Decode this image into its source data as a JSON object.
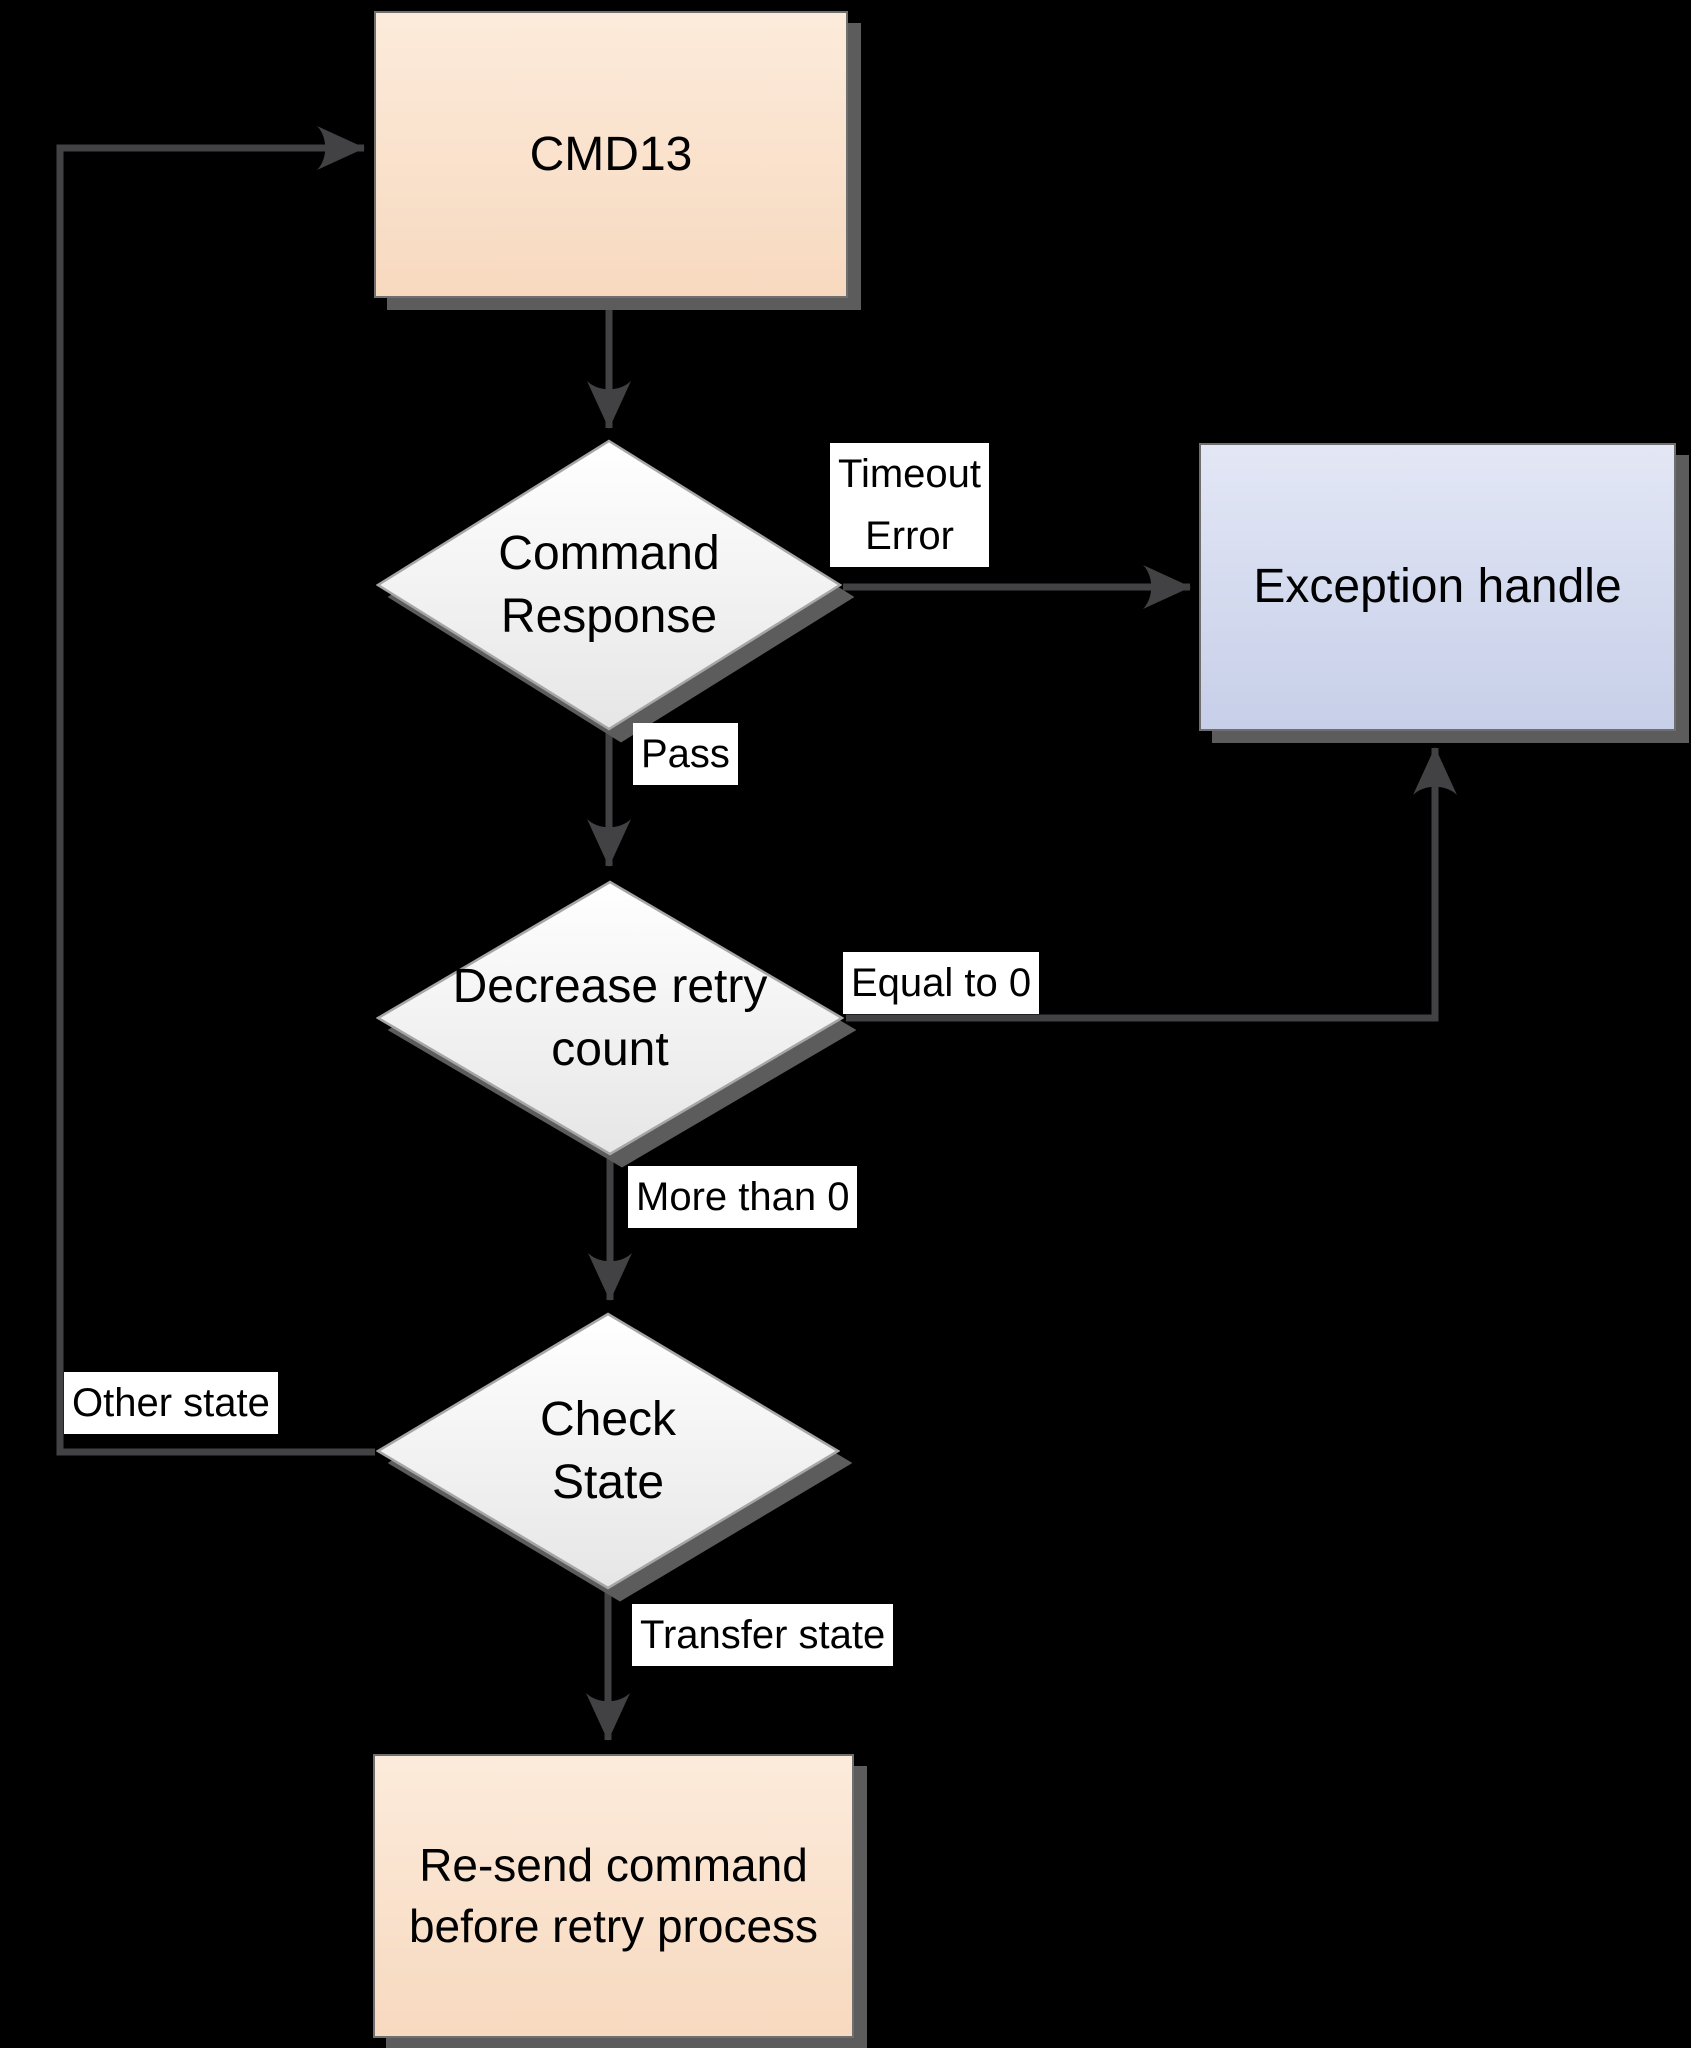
{
  "flowchart": {
    "title_hint": "SD command retry flow",
    "nodes": {
      "cmd13": {
        "label": "CMD13",
        "shape": "process"
      },
      "command_response": {
        "label": "Command\nResponse",
        "shape": "decision"
      },
      "exception_handle": {
        "label": "Exception handle",
        "shape": "process"
      },
      "decrease_retry_count": {
        "label": "Decrease retry\ncount",
        "shape": "decision"
      },
      "check_state": {
        "label": "Check\nState",
        "shape": "decision"
      },
      "resend_command": {
        "label": "Re-send command\nbefore retry process",
        "shape": "process"
      }
    },
    "edge_labels": {
      "timeout_error": "Timeout\nError",
      "pass": "Pass",
      "equal_to_0": "Equal to 0",
      "more_than_0": "More than 0",
      "other_state": "Other state",
      "transfer_state": "Transfer state"
    },
    "colors": {
      "background": "#000000",
      "peach_box_top": "#fcebdb",
      "peach_box_bottom": "#f7d9bf",
      "blue_box_top": "#e3e7f5",
      "blue_box_bottom": "#c7cfe9",
      "diamond_top": "#ffffff",
      "diamond_bottom": "#e6e6e6",
      "node_border": "#6f6f6f",
      "diamond_border": "#a6a6a6",
      "connector": "#424245",
      "shadow": "#5c5c5c",
      "label_background": "#ffffff",
      "text": "#000000"
    }
  }
}
